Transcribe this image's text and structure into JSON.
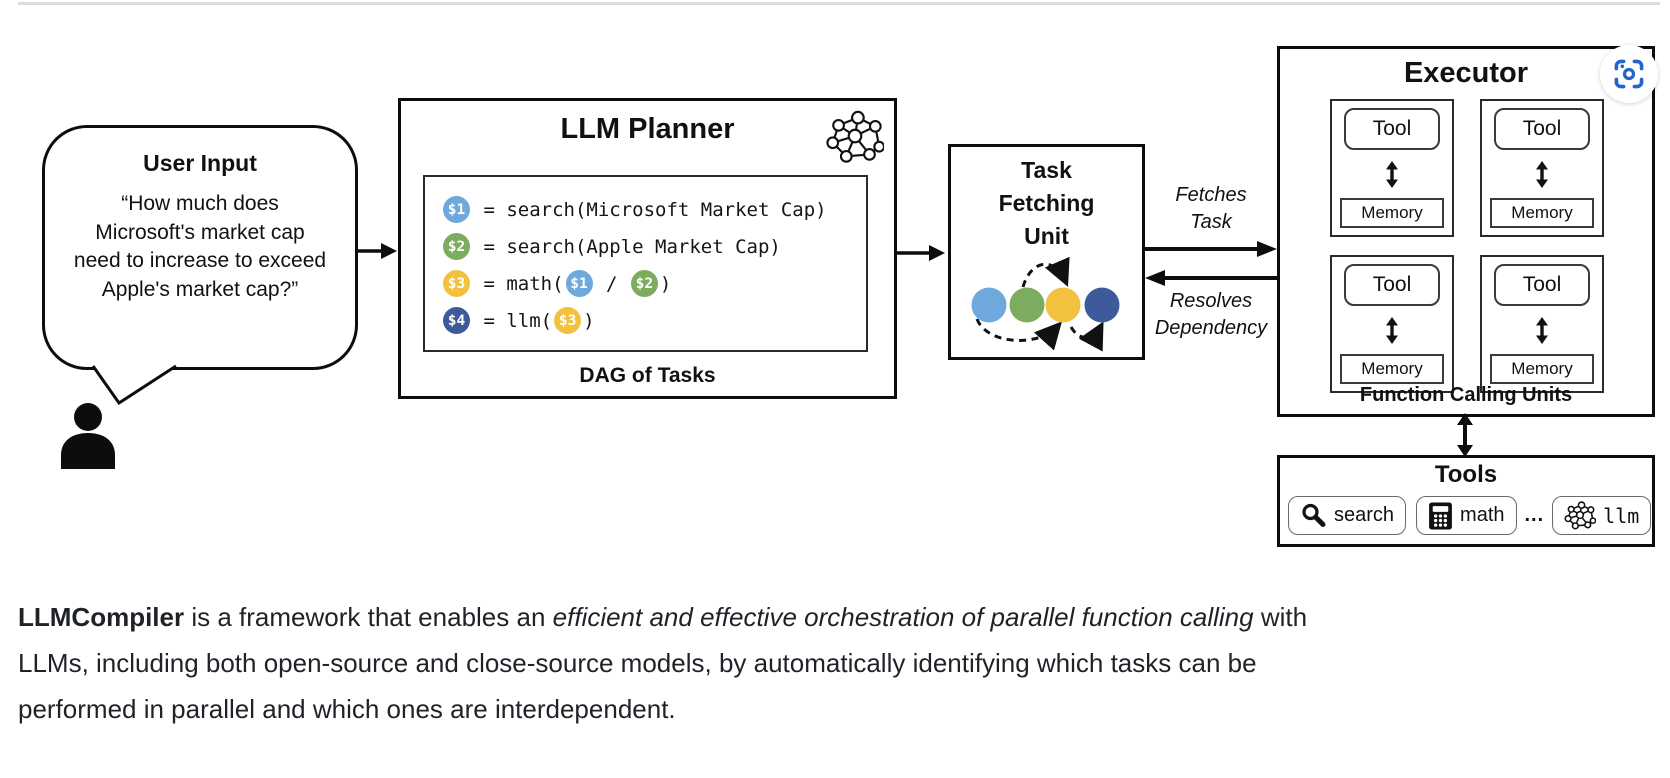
{
  "bubble": {
    "title": "User Input",
    "quote": "“How much does\nMicrosoft's market cap\nneed to increase to exceed\nApple's market cap?”"
  },
  "planner": {
    "title": "LLM Planner",
    "caption": "DAG of Tasks",
    "code_lines": [
      {
        "tokens": [
          {
            "chip": "$1",
            "color": "#6FA8DC"
          },
          {
            "text": " = search(Microsoft Market Cap)"
          }
        ]
      },
      {
        "tokens": [
          {
            "chip": "$2",
            "color": "#7CAC5D"
          },
          {
            "text": " = search(Apple Market Cap)"
          }
        ]
      },
      {
        "tokens": [
          {
            "chip": "$3",
            "color": "#F2C23E"
          },
          {
            "text": " = math("
          },
          {
            "chip": "$1",
            "color": "#6FA8DC"
          },
          {
            "text": " / "
          },
          {
            "chip": "$2",
            "color": "#7CAC5D"
          },
          {
            "text": ")"
          }
        ]
      },
      {
        "tokens": [
          {
            "chip": "$4",
            "color": "#3D5B9B"
          },
          {
            "text": " = llm("
          },
          {
            "chip": "$3",
            "color": "#F2C23E"
          },
          {
            "text": ")"
          }
        ]
      }
    ]
  },
  "tfu": {
    "title": "Task\nFetching\nUnit",
    "circle_colors": [
      "#6FA8DC",
      "#7CAC5D",
      "#F2C23E",
      "#3D5B9B"
    ]
  },
  "flow_labels": {
    "fetches": "Fetches\nTask",
    "resolves": "Resolves\nDependency"
  },
  "executor": {
    "title": "Executor",
    "caption": "Function Calling Units",
    "units": [
      {
        "tool": "Tool",
        "memory": "Memory"
      },
      {
        "tool": "Tool",
        "memory": "Memory"
      },
      {
        "tool": "Tool",
        "memory": "Memory"
      },
      {
        "tool": "Tool",
        "memory": "Memory"
      }
    ],
    "screenshot_icon_color": "#2565CB"
  },
  "tools": {
    "title": "Tools",
    "items": [
      {
        "icon": "search-icon",
        "label": "search",
        "mono": false
      },
      {
        "icon": "math-calculator-icon",
        "label": "math",
        "mono": false
      },
      {
        "icon": "neural-network-icon",
        "label": "llm",
        "mono": true
      }
    ],
    "ellipsis": "..."
  },
  "paragraph": {
    "lines": [
      [
        {
          "style": "bold",
          "text": "LLMCompiler"
        },
        {
          "style": "normal",
          "text": " is a framework that enables an "
        },
        {
          "style": "italic",
          "text": "efficient and effective orchestration of parallel function calling"
        },
        {
          "style": "normal",
          "text": " with"
        }
      ],
      [
        {
          "style": "normal",
          "text": "LLMs, including both open-source and close-source models, by automatically identifying which tasks can be"
        }
      ],
      [
        {
          "style": "normal",
          "text": "performed in parallel and which ones are interdependent."
        }
      ]
    ]
  }
}
